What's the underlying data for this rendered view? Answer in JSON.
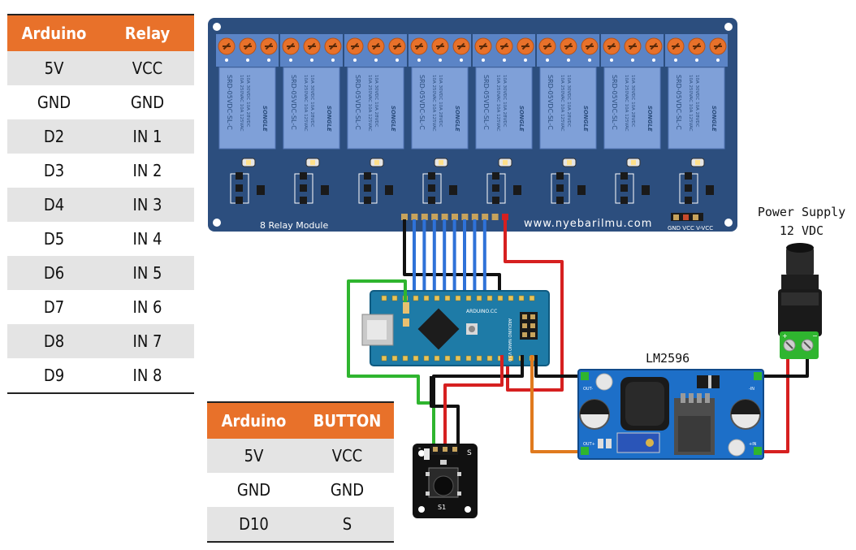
{
  "relay_table": {
    "headers": [
      "Arduino",
      "Relay"
    ],
    "rows": [
      [
        "5V",
        "VCC"
      ],
      [
        "GND",
        "GND"
      ],
      [
        "D2",
        "IN 1"
      ],
      [
        "D3",
        "IN 2"
      ],
      [
        "D4",
        "IN 3"
      ],
      [
        "D5",
        "IN 4"
      ],
      [
        "D6",
        "IN 5"
      ],
      [
        "D7",
        "IN 6"
      ],
      [
        "D8",
        "IN 7"
      ],
      [
        "D9",
        "IN 8"
      ]
    ]
  },
  "button_table": {
    "headers": [
      "Arduino",
      "BUTTON"
    ],
    "rows": [
      [
        "5V",
        "VCC"
      ],
      [
        "GND",
        "GND"
      ],
      [
        "D10",
        "S"
      ]
    ]
  },
  "relay_module": {
    "label": "8 Relay Module",
    "website": "www.nyebarilmu.com",
    "relay_text_1": "SRD-05VDC-SL-C",
    "relay_text_2": "10A 250VAC 10A 125VAC",
    "relay_text_3": "10A 30VDC 10A 28VDC",
    "relay_brand": "SONGLE",
    "power_pins_label": "GND VCC V-VCC"
  },
  "power_supply": {
    "line1": "Power Supply",
    "line2": "12 VDC"
  },
  "regulator": {
    "label": "LM2596",
    "out_plus": "OUT+",
    "out_minus": "OUT-",
    "in_plus": "+IN",
    "in_minus": "-IN"
  },
  "arduino": {
    "brand": "ARDUINO.CC",
    "model": "ARDUINO NANO V3.0"
  },
  "button_module": {
    "label": "S1",
    "pin_s": "S",
    "pin_minus": "-"
  },
  "colors": {
    "header_orange": "#e8712a",
    "relay_board": "#2c4e7e",
    "relay_block": "#7fa0d8",
    "wire_blue": "#2f72d8",
    "wire_red": "#d62020",
    "wire_black": "#111111",
    "wire_green": "#2fb52f",
    "wire_orange": "#e07a1e"
  }
}
